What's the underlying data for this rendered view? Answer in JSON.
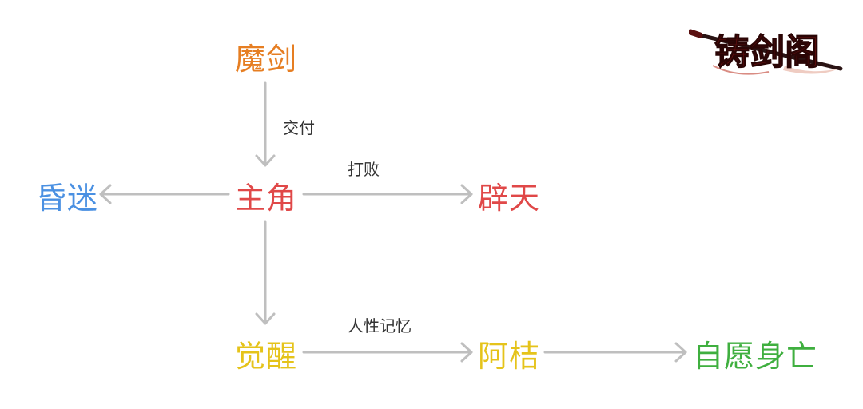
{
  "colors": {
    "orange": "#E67E22",
    "blue": "#4A90E2",
    "red": "#E04848",
    "yellow": "#E5C31A",
    "green": "#3FAF3F",
    "arrow": "#BFBFBF",
    "label": "#333333"
  },
  "nodes": {
    "mojian": "魔剑",
    "hunmi": "昏迷",
    "zhujue": "主角",
    "pitian": "辟天",
    "juexing": "觉醒",
    "aju": "阿桔",
    "ziyuan": "自愿身亡"
  },
  "edges": {
    "jiaofu": "交付",
    "dabai": "打败",
    "renxing": "人性记忆"
  },
  "logo": {
    "text": "铸剑阁"
  }
}
